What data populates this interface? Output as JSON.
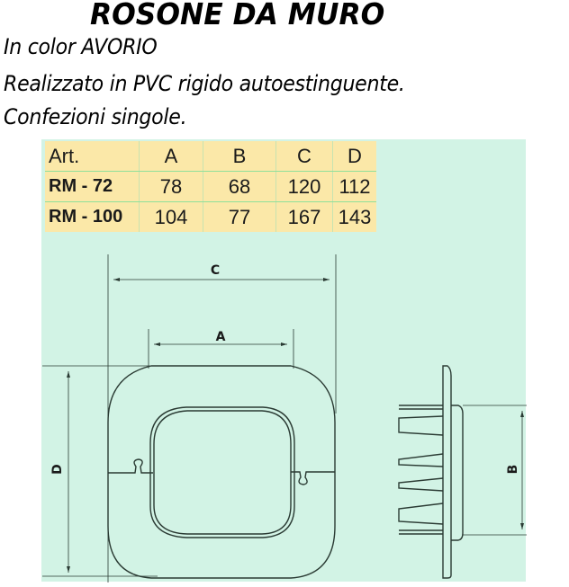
{
  "header": {
    "title": "ROSONE DA MURO",
    "lines": [
      "In color AVORIO",
      "Realizzato  in PVC rigido autoestinguente.",
      "Confezioni singole."
    ]
  },
  "table": {
    "columns": [
      "Art.",
      "A",
      "B",
      "C",
      "D"
    ],
    "rows": [
      [
        "RM - 72",
        "78",
        "68",
        "120",
        "112"
      ],
      [
        "RM - 100",
        "104",
        "77",
        "167",
        "143"
      ]
    ]
  },
  "drawing": {
    "front_view": {
      "dimension_labels": {
        "overall_width": "C",
        "inner_width": "A",
        "overall_height": "D"
      }
    },
    "side_view": {
      "dimension_labels": {
        "inner_height": "B"
      }
    },
    "colors": {
      "panel_bg": "#d2f3e5",
      "table_bg": "#fbe8a8",
      "table_lines": "#8fe09a",
      "line_color": "#2a3a33"
    }
  }
}
